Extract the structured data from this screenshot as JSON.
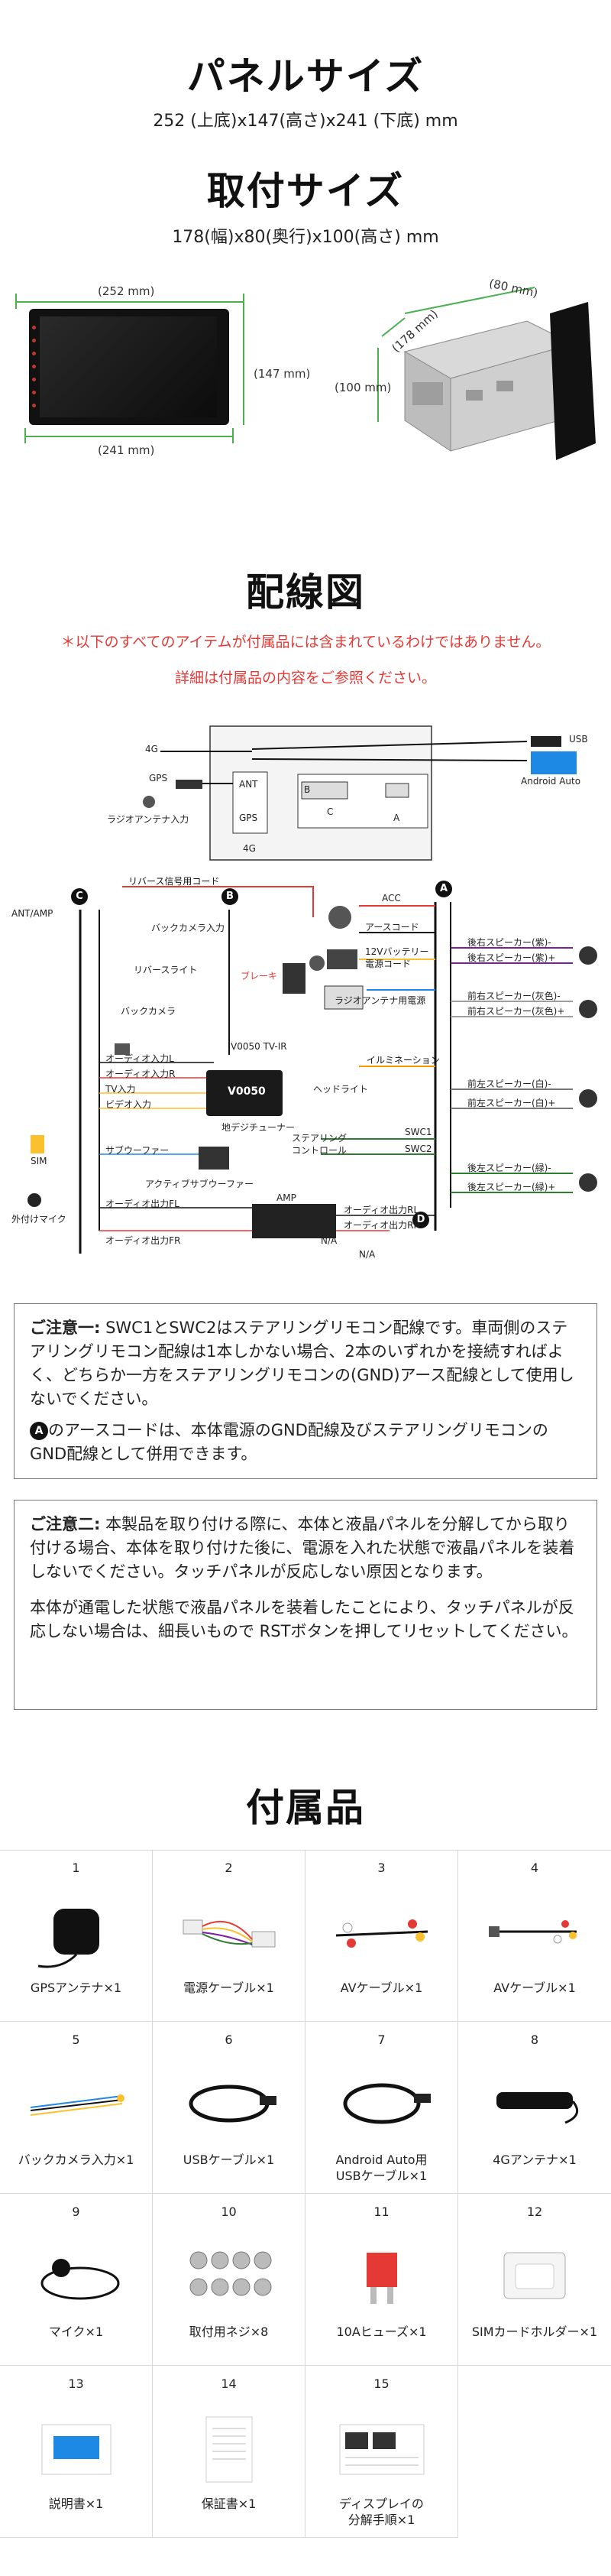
{
  "panel": {
    "title": "パネルサイズ",
    "spec": "252 (上底)x147(高さ)x241 (下底) mm"
  },
  "mount": {
    "title": "取付サイズ",
    "spec": "178(幅)x80(奥行)x100(高さ) mm"
  },
  "drawing": {
    "front_top": "(252 mm)",
    "front_height": "(147 mm)",
    "front_bottom": "(241 mm)",
    "box_depth": "(80 mm)",
    "box_width": "(178 mm)",
    "box_height": "(100 mm)"
  },
  "wiring_section": {
    "title": "配線図",
    "warning": "＊以下のすべてのアイテムが付属品には含まれているわけではありません。",
    "detail": "詳細は付属品の内容をご参照ください。"
  },
  "top_diagram": {
    "usb": "USB",
    "android_auto": "Android Auto",
    "g4": "4G",
    "gps": "GPS",
    "radio": "ラジオアンテナ入力",
    "ant": "ANT",
    "gps2": "GPS",
    "g4b": "4G",
    "b": "B",
    "c": "C",
    "a": "A"
  },
  "main_diagram": {
    "reverse": "リバース信号用コード",
    "ant_amp": "ANT/AMP",
    "circle_c": "C",
    "circle_b": "B",
    "circle_a": "A",
    "circle_d": "D",
    "back_cam_in": "バックカメラ入力",
    "reverse_light": "リバースライト",
    "back_cam": "バックカメラ",
    "brake": "ブレーキ",
    "v0050_tvir": "V0050 TV-IR",
    "audio_l": "オーディオ入力L",
    "audio_r": "オーディオ入力R",
    "tv_in": "TV入力",
    "video_in": "ビデオ入力",
    "v0050": "V0050",
    "tuner": "地デジチューナー",
    "sim": "SIM",
    "ext_mic": "外付けマイク",
    "subwoofer": "サブウーファー",
    "active_sub": "アクティブサブウーファー",
    "amp": "AMP",
    "audio_fl": "オーディオ出力FL",
    "audio_fr": "オーディオ出力FR",
    "audio_rl": "オーディオ出力RL",
    "audio_rr": "オーディオ出力RR",
    "na1": "N/A",
    "na2": "N/A",
    "acc": "ACC",
    "earth": "アースコード",
    "battery": "12Vバッテリー",
    "power_cord": "電源コード",
    "radio_power": "ラジオアンテナ用電源",
    "illum": "イルミネーション",
    "headlight": "ヘッドライト",
    "swc1": "SWC1",
    "swc2": "SWC2",
    "steering": "ステアリング",
    "control": "コントロール",
    "rr_minus": "後右スピーカー(紫)-",
    "rr_plus": "後右スピーカー(紫)+",
    "fr_minus": "前右スピーカー(灰色)-",
    "fr_plus": "前右スピーカー(灰色)+",
    "fl_minus": "前左スピーカー(白)-",
    "fl_plus": "前左スピーカー(白)+",
    "rl_minus": "後左スピーカー(緑)-",
    "rl_plus": "後左スピーカー(緑)+"
  },
  "note1": {
    "head": "ご注意一:",
    "body": " SWC1とSWC2はステアリングリモコン配線です。車両側のステアリングリモコン配線は1本しかない場合、2本のいずれかを接続すればよく、どちらか一方をステアリングリモコンの(GND)アース配線として使用しないでください。",
    "circle": "A",
    "body2": "のアースコードは、本体電源のGND配線及びステアリングリモコンのGND配線として併用できます。"
  },
  "note2": {
    "head": "ご注意二:",
    "body": " 本製品を取り付ける際に、本体と液晶パネルを分解してから取り付ける場合、本体を取り付けた後に、電源を入れた状態で液晶パネルを装着しないでください。タッチパネルが反応しない原因となります。",
    "body2": "本体が通電した状態で液晶パネルを装着したことにより、タッチパネルが反応しない場合は、細長いもので RSTボタンを押してリセットしてください。"
  },
  "accessories": {
    "title": "付属品",
    "items": [
      {
        "num": "1",
        "label": "GPSアンテナ×1",
        "icon": "gps-antenna"
      },
      {
        "num": "2",
        "label": "電源ケーブル×1",
        "icon": "power-cable"
      },
      {
        "num": "3",
        "label": "AVケーブル×1",
        "icon": "av-cable"
      },
      {
        "num": "4",
        "label": "AVケーブル×1",
        "icon": "av-cable-2"
      },
      {
        "num": "5",
        "label": "バックカメラ入力×1",
        "icon": "backcam-cable"
      },
      {
        "num": "6",
        "label": "USBケーブル×1",
        "icon": "usb-cable"
      },
      {
        "num": "7",
        "label": "Android Auto用\nUSBケーブル×1",
        "icon": "usb-cable-aa"
      },
      {
        "num": "8",
        "label": "4Gアンテナ×1",
        "icon": "4g-antenna"
      },
      {
        "num": "9",
        "label": "マイク×1",
        "icon": "mic"
      },
      {
        "num": "10",
        "label": "取付用ネジ×8",
        "icon": "screws"
      },
      {
        "num": "11",
        "label": "10Aヒューズ×1",
        "icon": "fuse"
      },
      {
        "num": "12",
        "label": "SIMカードホルダー×1",
        "icon": "sim-holder"
      },
      {
        "num": "13",
        "label": "説明書×1",
        "icon": "manual"
      },
      {
        "num": "14",
        "label": "保証書×1",
        "icon": "warranty"
      },
      {
        "num": "15",
        "label": "ディスプレイの\n分解手順×1",
        "icon": "disassembly-guide"
      }
    ]
  },
  "colors": {
    "dimension_line": "#4caf50",
    "warning_red": "#e53935",
    "purple_wire": "#7b1fa2",
    "gray_wire": "#9e9e9e",
    "green_wire": "#2e7d32",
    "yellow_wire": "#fbc02d",
    "red_wire": "#e53935"
  }
}
